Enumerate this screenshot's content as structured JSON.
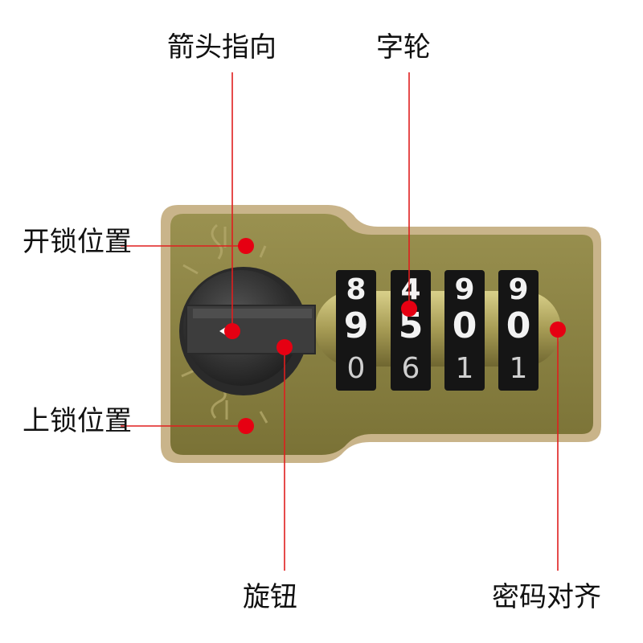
{
  "labels": {
    "arrow_direction": "箭头指向",
    "digit_wheel": "字轮",
    "unlock_position": "开锁位置",
    "lock_position": "上锁位置",
    "knob": "旋钮",
    "code_alignment": "密码对齐"
  },
  "wheels": [
    {
      "top": "8",
      "middle": "9",
      "bottom": "0"
    },
    {
      "top": "4",
      "middle": "5",
      "bottom": "6"
    },
    {
      "top": "9",
      "middle": "0",
      "bottom": "1"
    },
    {
      "top": "9",
      "middle": "0",
      "bottom": "1"
    }
  ],
  "colors": {
    "callout_line": "#e01e1e",
    "callout_dot": "#e60012",
    "lock_plate": "#8a8240",
    "plate_border": "#c9b48a",
    "knob": "#3a3a3a",
    "wheel": "#151515",
    "digit": "#f2f2f2"
  }
}
